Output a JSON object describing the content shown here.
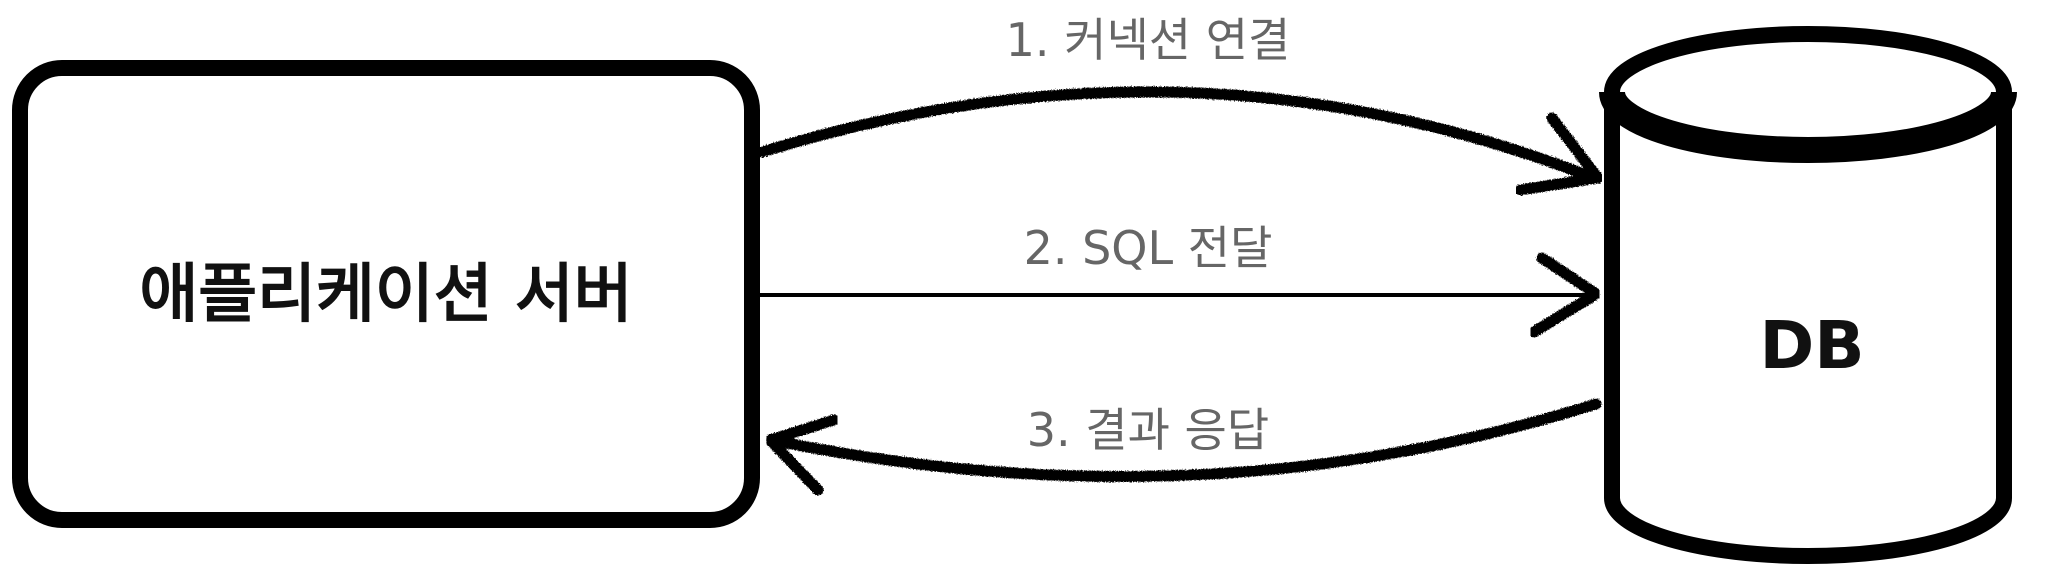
{
  "nodes": {
    "app_server": {
      "label": "애플리케이션 서버"
    },
    "db": {
      "label": "DB"
    }
  },
  "edges": [
    {
      "label": "1. 커넥션 연결",
      "from": "app_server",
      "to": "db"
    },
    {
      "label": "2. SQL 전달",
      "from": "app_server",
      "to": "db"
    },
    {
      "label": "3. 결과 응답",
      "from": "db",
      "to": "app_server"
    }
  ],
  "colors": {
    "stroke": "#000000",
    "edge_label": "#666666",
    "node_label": "#111111",
    "background": "#ffffff"
  }
}
